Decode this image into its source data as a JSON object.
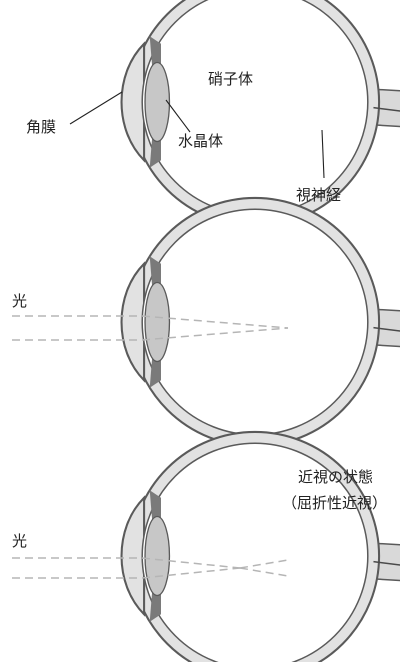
{
  "diagrams": [
    {
      "labels": {
        "cornea": "角膜",
        "vitreous": "硝子体",
        "lens": "水晶体",
        "optic_nerve": "視神経"
      }
    },
    {
      "labels": {
        "light": "光"
      }
    },
    {
      "labels": {
        "light": "光",
        "title_line1": "近視の状態",
        "title_line2": "（屈折性近視）"
      }
    }
  ]
}
